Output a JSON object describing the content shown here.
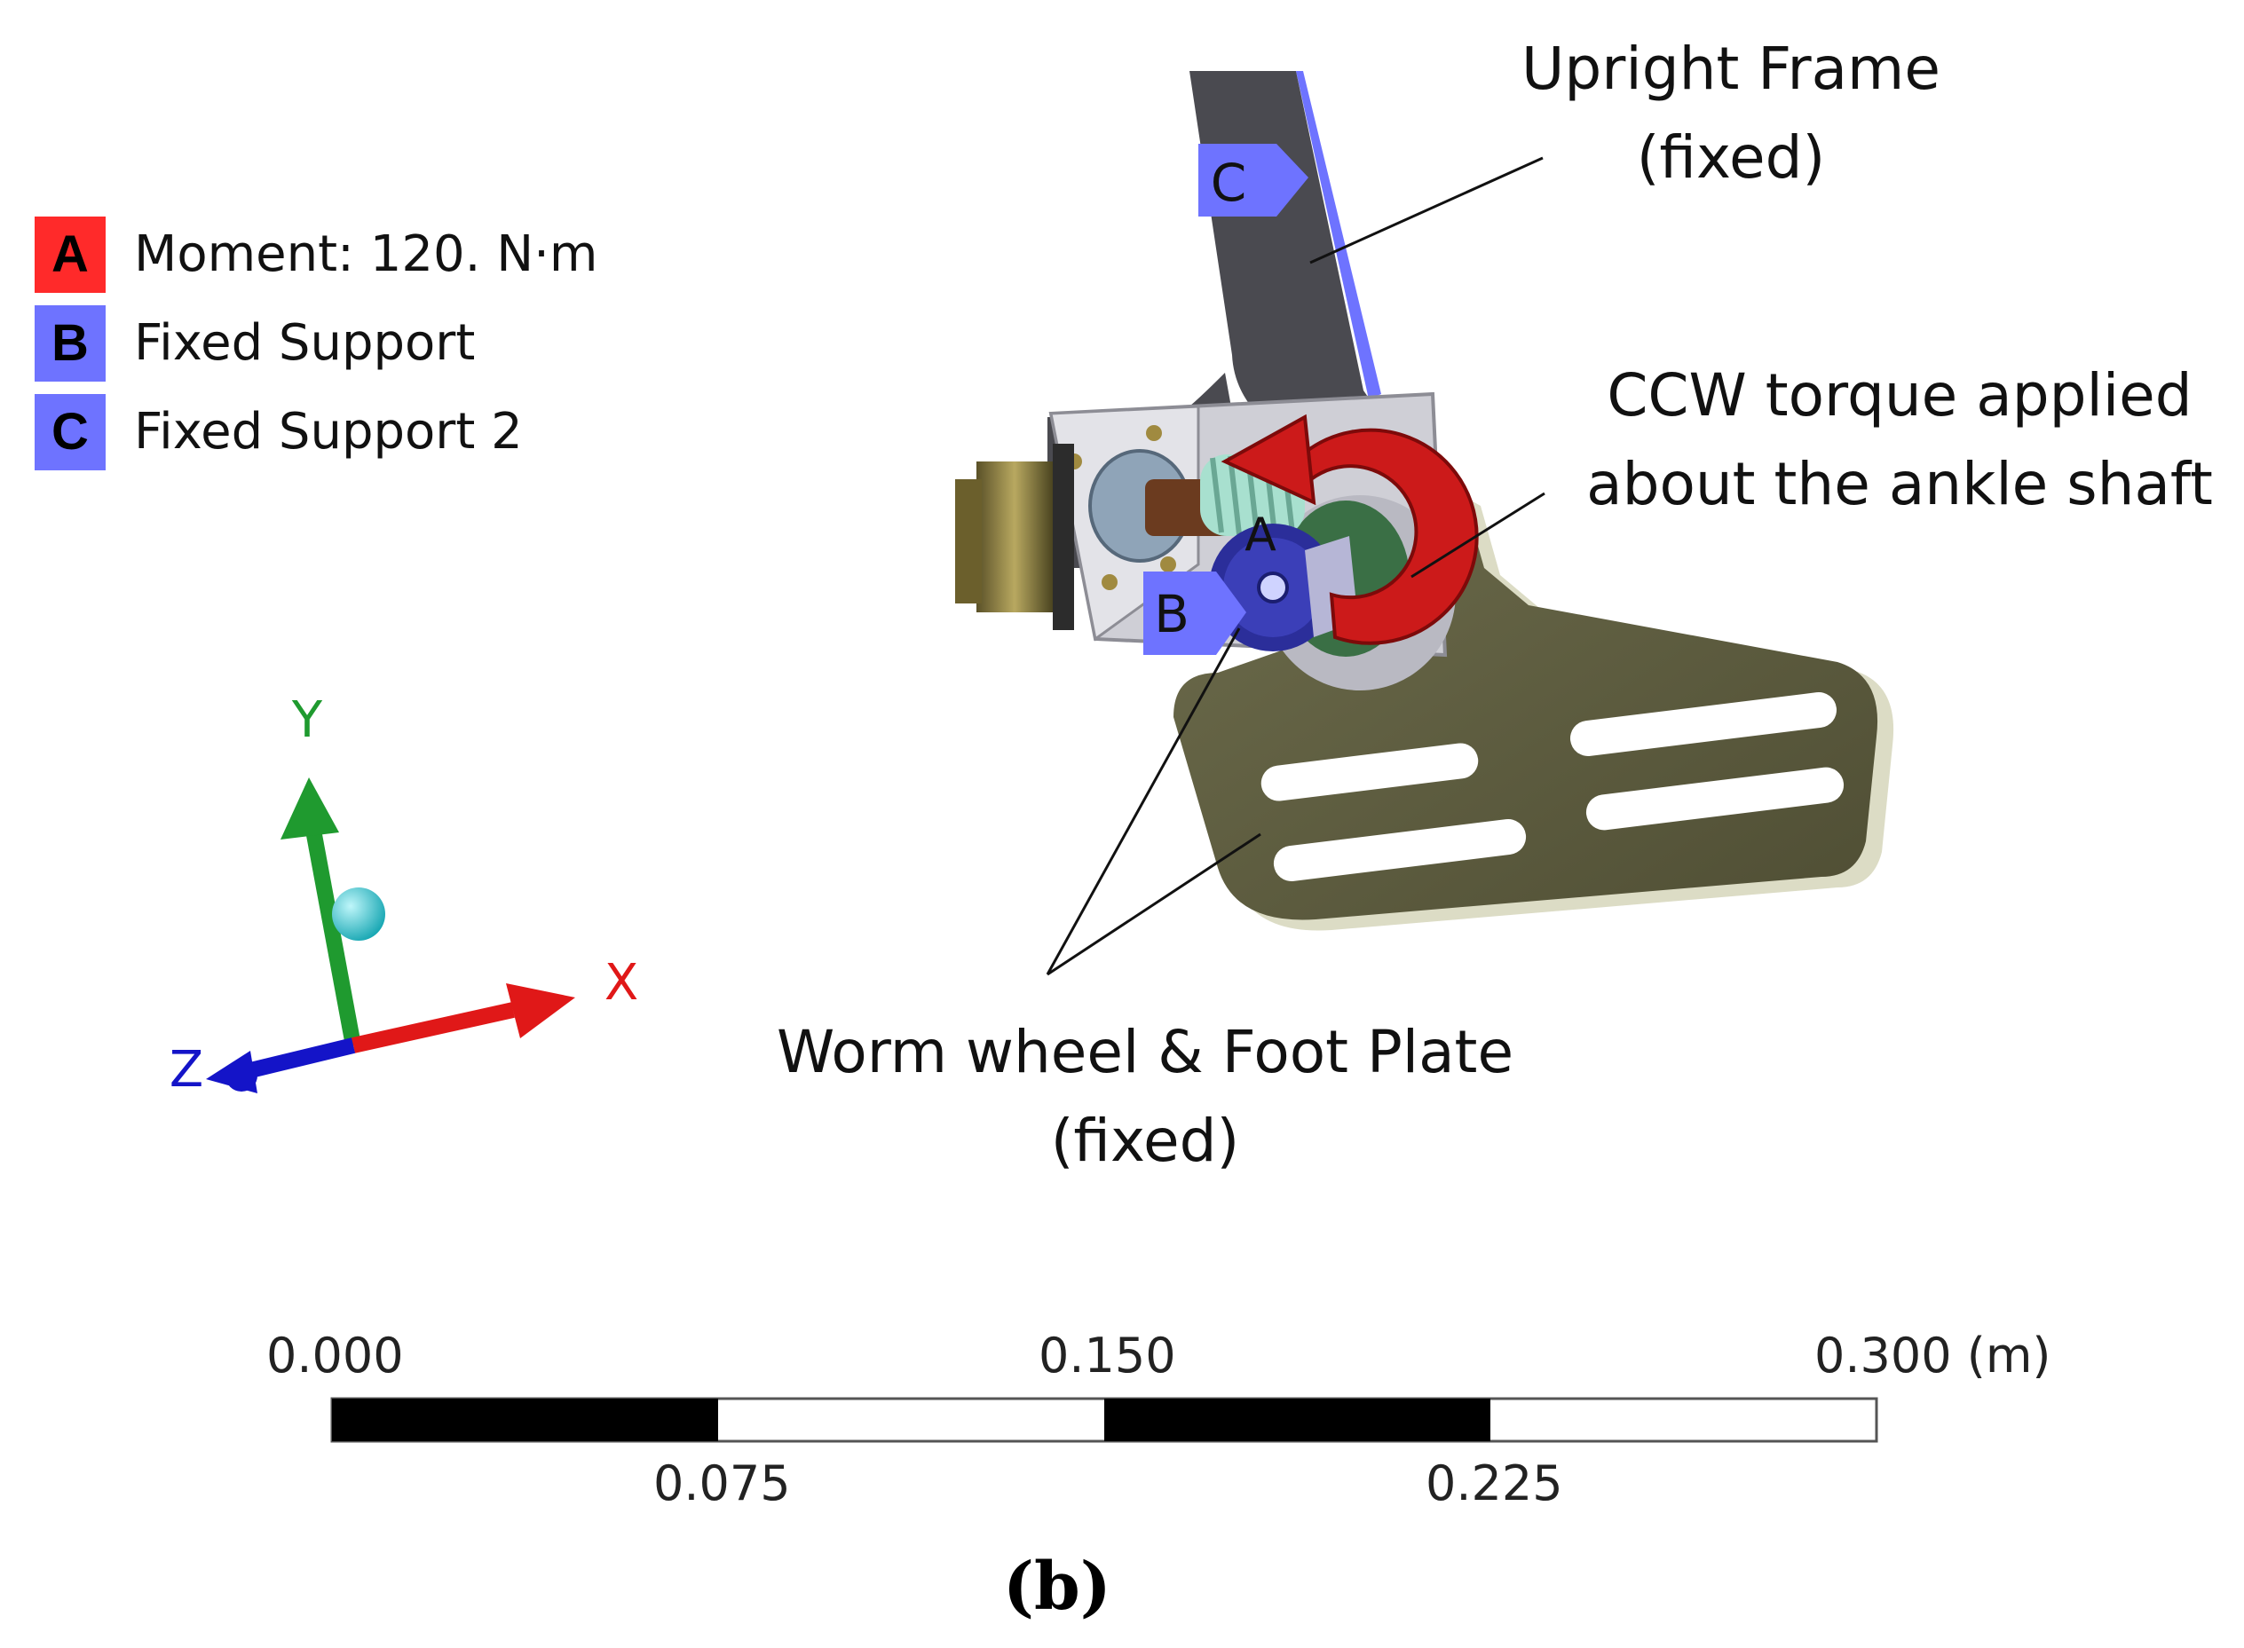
{
  "legend": [
    {
      "letter": "A",
      "label": "Moment: 120. N·m",
      "color": "#ff2a2a"
    },
    {
      "letter": "B",
      "label": "Fixed Support",
      "color": "#6e73ff"
    },
    {
      "letter": "C",
      "label": "Fixed Support 2",
      "color": "#6e73ff"
    }
  ],
  "callouts": {
    "upright_line1": "Upright Frame",
    "upright_line2": "(fixed)",
    "ccw_line1": "CCW torque applied",
    "ccw_line2": "about the ankle shaft",
    "worm_line1": "Worm wheel & Foot Plate",
    "worm_line2": "(fixed)"
  },
  "markers": {
    "a": "A",
    "b": "B",
    "c": "C"
  },
  "axes": {
    "y_label": "Y",
    "x_label": "X",
    "z_label": "Z",
    "y_color": "#1f9a2f",
    "x_color": "#e01818",
    "z_color": "#1414c8",
    "origin_ball_color": "#2ec6d0"
  },
  "scale_bar": {
    "ticks_top": [
      "0.000",
      "0.150",
      "0.300 (m)"
    ],
    "ticks_bottom": [
      "0.075",
      "0.225"
    ]
  },
  "panel_label": "(b)"
}
